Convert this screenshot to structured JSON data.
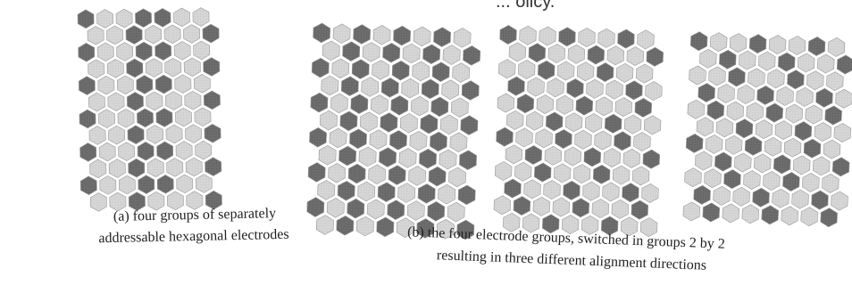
{
  "top_fragment": "... olicy.",
  "colors": {
    "dark": "#6d6d6d",
    "light": "#d6d6d6",
    "outline": "#9a9a9a",
    "text": "#222222"
  },
  "panel_a": {
    "caption_lines": [
      "(a) four groups of separately",
      "addressable hexagonal electrodes"
    ]
  },
  "panel_b": {
    "caption_lines": [
      "(b) the four electrode groups, switched in groups 2 by 2",
      "resulting in three different alignment directions"
    ]
  }
}
